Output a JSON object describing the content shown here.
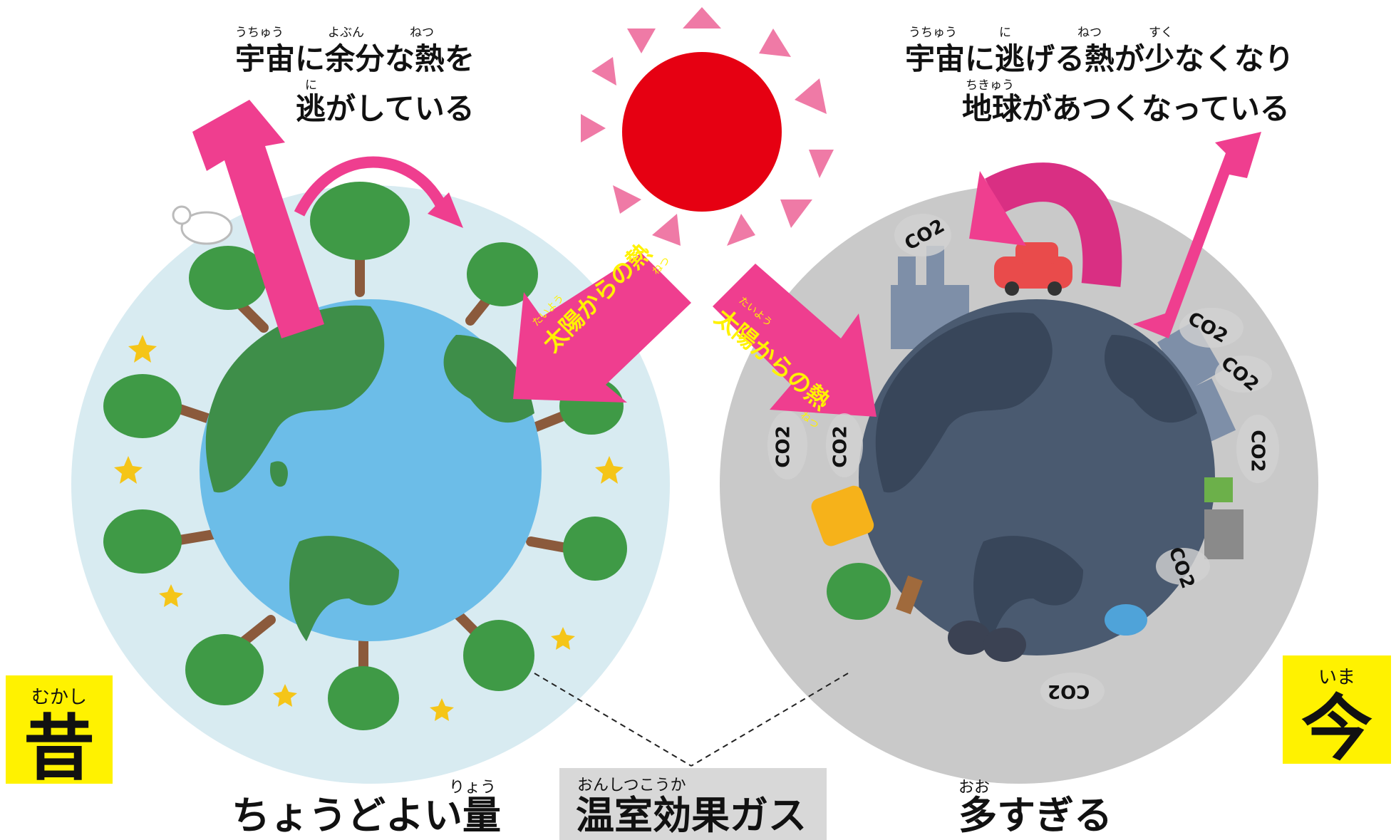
{
  "past": {
    "era_label": "昔",
    "era_ruby": "むかし",
    "heading_line1": "宇宙に余分な熱を",
    "heading_line2": "逃がしている",
    "ruby_uchuu": "うちゅう",
    "ruby_yobun": "よぶん",
    "ruby_netsu": "ねつ",
    "ruby_ni": "に",
    "sun_heat_label": "太陽からの熱",
    "sun_heat_ruby_taiyou": "たいよう",
    "sun_heat_ruby_netsu": "ねつ",
    "caption": "ちょうどよい量",
    "caption_ruby": "りょう"
  },
  "present": {
    "era_label": "今",
    "era_ruby": "いま",
    "heading_line1": "宇宙に逃げる熱が少なくなり",
    "heading_line2": "地球があつくなっている",
    "ruby_uchuu": "うちゅう",
    "ruby_ni": "に",
    "ruby_netsu": "ねつ",
    "ruby_suku": "すく",
    "ruby_chikyuu": "ちきゅう",
    "sun_heat_label": "太陽からの熱",
    "sun_heat_ruby_taiyou": "たいよう",
    "sun_heat_ruby_netsu": "ねつ",
    "caption": "多すぎる",
    "caption_ruby": "おお",
    "co2_label": "CO2"
  },
  "center": {
    "caption": "温室効果ガス",
    "caption_ruby": "おんしつこうか"
  },
  "colors": {
    "arrow_pink": "#ef3e8f",
    "arrow_text_yellow": "#fff200",
    "sun_red": "#e60012",
    "sun_ray_pink": "#ef7aa6",
    "highlight_yellow": "#fff200",
    "gray_box": "#d8d8d8",
    "past_atmosphere": "#d8ebf1",
    "present_atmosphere": "#c9c9c9",
    "ocean_blue": "#6cbde8",
    "land_green": "#3e8e49",
    "dark_planet": "#4a5a70"
  }
}
